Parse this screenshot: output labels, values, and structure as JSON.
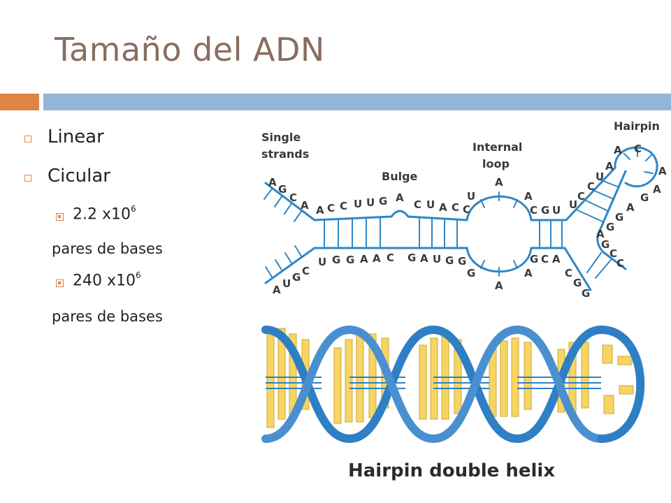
{
  "slide": {
    "title": "Tamaño del ADN"
  },
  "bullets": {
    "item1": "Linear",
    "item2": "Cicular",
    "sub1_value": "2.2 x10",
    "sub1_exp": "6",
    "sub1_cont": "pares de bases",
    "sub2_value": "240 x10",
    "sub2_exp": "6",
    "sub2_cont": "pares de bases"
  },
  "diagram": {
    "labels": {
      "single_strands_1": "Single",
      "single_strands_2": "strands",
      "bulge": "Bulge",
      "internal_loop_1": "Internal",
      "internal_loop_2": "loop",
      "hairpin": "Hairpin"
    },
    "strand_color": "#2e86c6",
    "helix_color": "#2e7fc4",
    "base_color": "#f7d560",
    "caption": "Hairpin double helix"
  }
}
